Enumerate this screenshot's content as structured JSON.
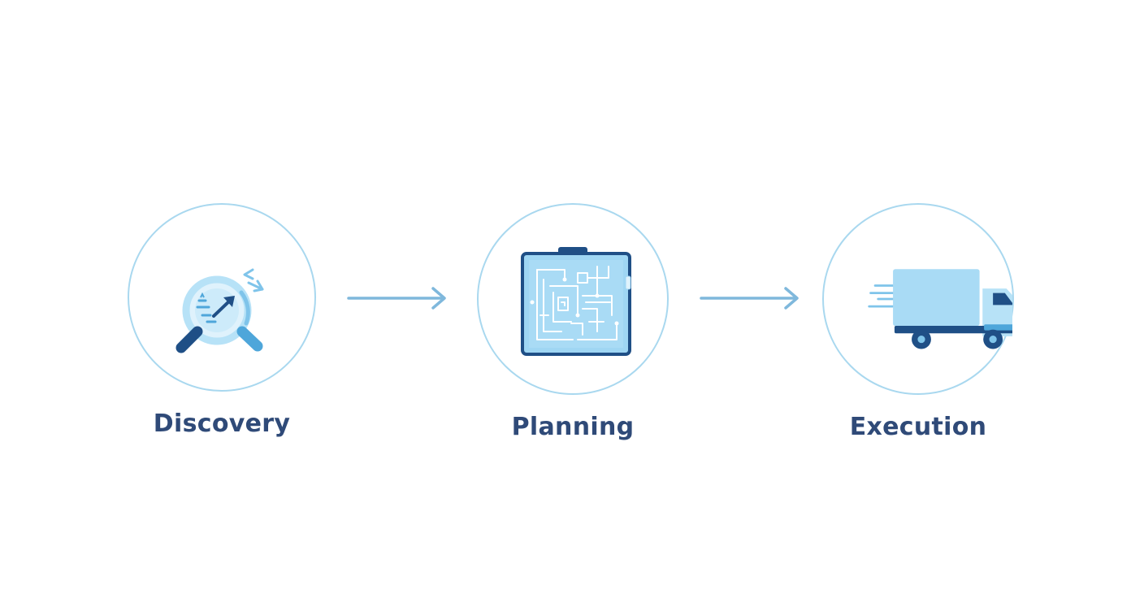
{
  "steps": [
    {
      "label": "Discovery",
      "icon": "magnifier-icon"
    },
    {
      "label": "Planning",
      "icon": "blueprint-icon"
    },
    {
      "label": "Execution",
      "icon": "delivery-truck-icon"
    }
  ],
  "colors": {
    "circle_border": "#a9d8ef",
    "label_text": "#2f4a78",
    "arrow": "#7fb8dc",
    "icon_dark": "#1f4f86",
    "icon_light": "#b7e2f7",
    "icon_mid": "#4ea6da"
  }
}
